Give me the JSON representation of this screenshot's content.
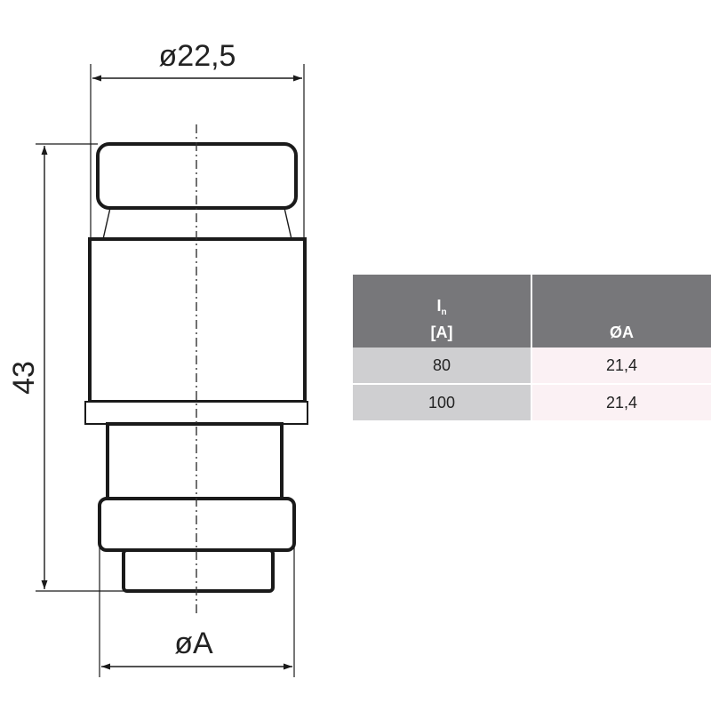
{
  "drawing": {
    "top_dimension_label": "ø22,5",
    "height_dimension_label": "43",
    "bottom_dimension_label": "øA"
  },
  "table": {
    "header_col1_symbol": "I",
    "header_col1_subscript": "n",
    "header_col1_unit": "[A]",
    "header_col2": "ØA",
    "rows": [
      {
        "current": "80",
        "diameter": "21,4"
      },
      {
        "current": "100",
        "diameter": "21,4"
      }
    ],
    "colors": {
      "header_bg": "#77777a",
      "col1_bg": "#cfcfd1",
      "col2_bg": "#fbf1f4"
    }
  }
}
